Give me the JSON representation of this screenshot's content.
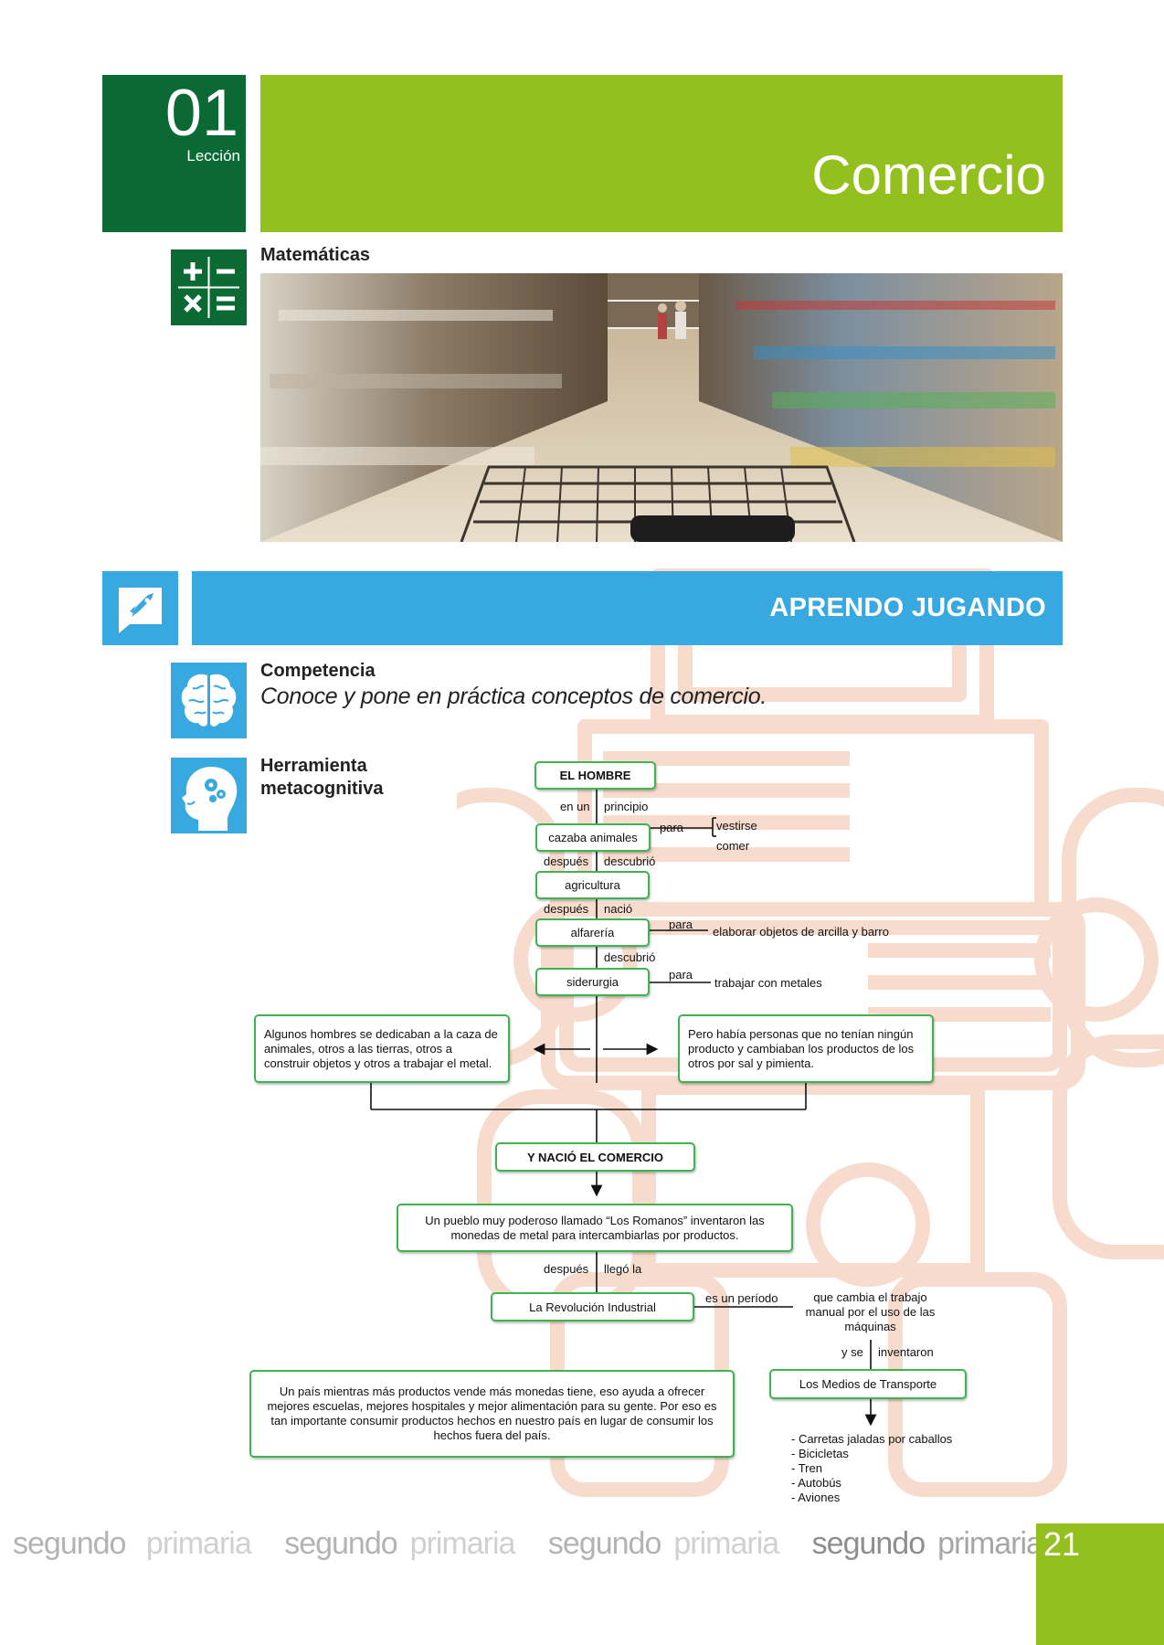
{
  "lesson": {
    "number": "01",
    "word": "Lección"
  },
  "title": "Comercio",
  "subject": "Matemáticas",
  "section": {
    "title": "APRENDO JUGANDO"
  },
  "competencia": {
    "label": "Competencia",
    "text": "Conoce y pone en práctica conceptos de comercio."
  },
  "herramienta": {
    "label": "Herramienta metacognitiva"
  },
  "map": {
    "el_hombre": "EL HOMBRE",
    "en_un": "en un",
    "principio": "principio",
    "cazaba": "cazaba animales",
    "para1": "para",
    "vestirse": "vestirse",
    "comer": "comer",
    "despues1": "después",
    "descubrio1": "descubrió",
    "agricultura": "agricultura",
    "despues2": "después",
    "nacio": "nació",
    "alfareria": "alfarería",
    "para2": "para",
    "elaborar": "elaborar objetos de arcilla y barro",
    "descubrio2": "descubrió",
    "siderurgia": "siderurgia",
    "para3": "para",
    "trabajar": "trabajar con metales",
    "left_box": "Algunos hombres se dedicaban a la caza de animales, otros a las tierras, otros a construir objetos y otros a trabajar el metal.",
    "right_box": "Pero había personas que no tenían ningún producto y cambiaban los productos de los otros por sal y pimienta.",
    "nacio_comercio": "Y NACIÓ EL COMERCIO",
    "romanos": "Un pueblo muy poderoso llamado “Los Romanos” inventaron las monedas de metal para intercambiarlas por productos.",
    "despues3": "después",
    "llego_la": "llegó la",
    "revolucion": "La Revolución Industrial",
    "es_periodo": "es un período",
    "que_cambia": "que cambia el trabajo manual por el uso de las máquinas",
    "y_se": "y se",
    "inventaron": "inventaron",
    "medios": "Los Medios de Transporte",
    "pais": "Un país mientras más productos vende más monedas tiene, eso ayuda a ofrecer mejores escuelas, mejores hospitales y mejor alimentación para su gente. Por eso es tan importante consumir productos hechos en nuestro país en lugar de consumir los hechos fuera del país.",
    "transport_list": [
      "- Carretas jaladas por caballos",
      "- Bicicletas",
      "- Tren",
      "- Autobús",
      "- Aviones"
    ]
  },
  "footer": {
    "items": [
      {
        "word1": "segundo",
        "word2": "primaria"
      },
      {
        "word1": "segundo",
        "word2": "primaria"
      },
      {
        "word1": "segundo",
        "word2": "primaria"
      },
      {
        "word1": "segundo",
        "word2": "primaria"
      }
    ],
    "page_number": "21"
  },
  "colors": {
    "dark_green": "#0b6a33",
    "lime": "#93c01f",
    "blue": "#38a9e0",
    "node_border": "#3fb34f",
    "robot": "#f7dccd"
  }
}
